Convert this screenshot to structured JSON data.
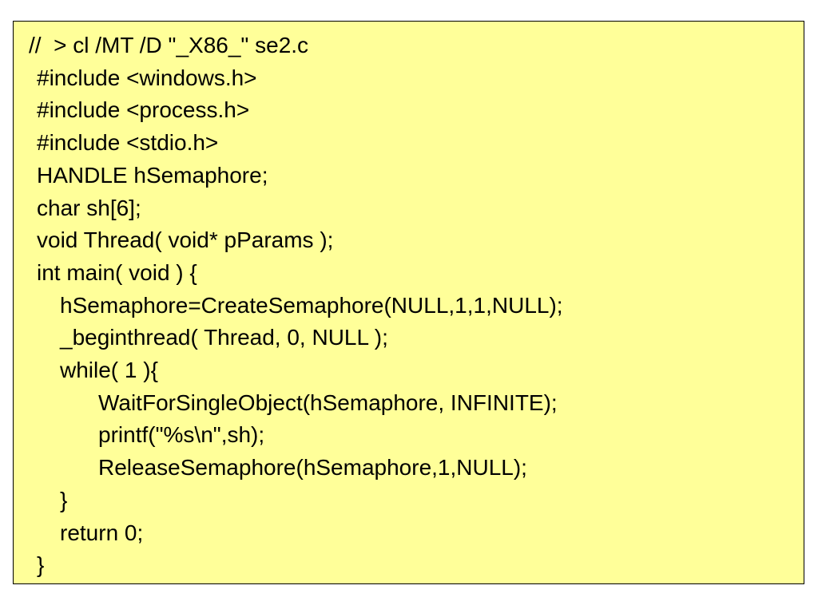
{
  "colors": {
    "box_background": "#ffff99",
    "box_border": "#000000",
    "text": "#000000"
  },
  "code": {
    "lines": [
      "//  > cl /MT /D \"_X86_\" se2.c",
      "#include <windows.h>",
      "#include <process.h>",
      "#include <stdio.h>",
      "HANDLE hSemaphore;",
      "char sh[6];",
      "void Thread( void* pParams );",
      "int main( void ) {",
      "hSemaphore=CreateSemaphore(NULL,1,1,NULL);",
      "_beginthread( Thread, 0, NULL );",
      "while( 1 ){",
      "WaitForSingleObject(hSemaphore, INFINITE);",
      "printf(\"%s\\n\",sh);",
      "ReleaseSemaphore(hSemaphore,1,NULL);",
      "}",
      "return 0;",
      "}"
    ]
  }
}
